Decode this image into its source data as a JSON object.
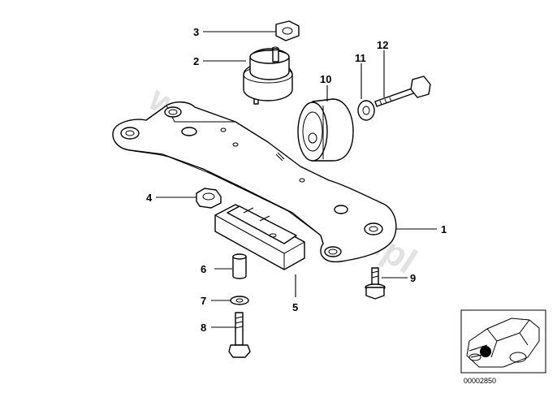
{
  "watermark": "www.BMWstore.pl",
  "diagram_code": "00002850",
  "callouts": [
    "1",
    "2",
    "3",
    "4",
    "5",
    "6",
    "7",
    "8",
    "9",
    "10",
    "11",
    "12"
  ]
}
